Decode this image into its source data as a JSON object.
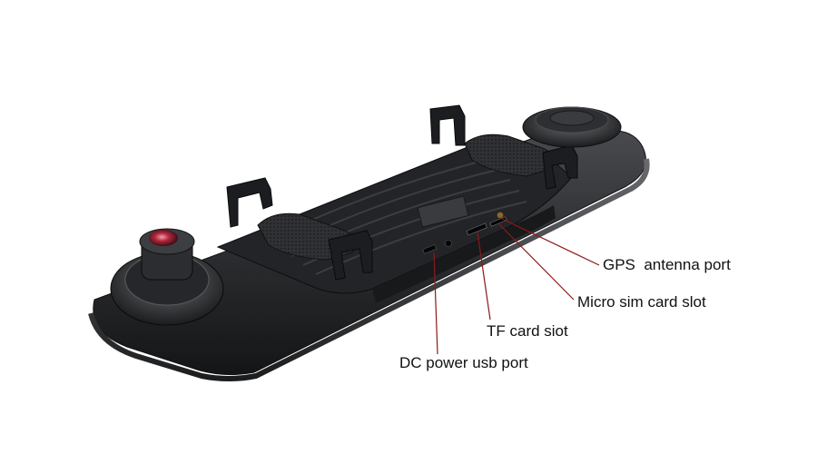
{
  "callouts": {
    "gps": "GPS  antenna port",
    "sim": "Micro sim card slot",
    "tf": "TF card siot",
    "dc": "DC power usb port"
  },
  "colors": {
    "background": "#ffffff",
    "device_body": "#2b2c2f",
    "leader_line": "#8b1a1a",
    "lens": "#b3283c"
  }
}
